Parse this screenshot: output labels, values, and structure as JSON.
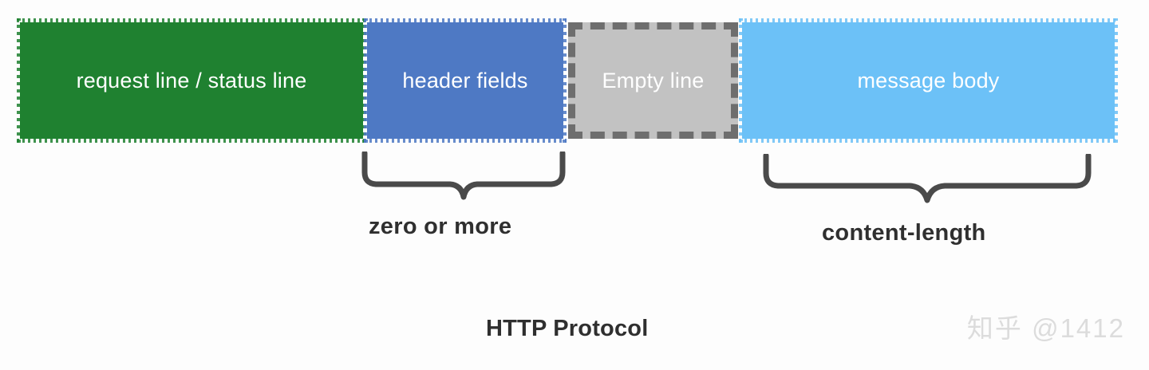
{
  "diagram": {
    "title": "HTTP Protocol",
    "segments": [
      {
        "id": "request-line",
        "label": "request line / status line",
        "color": "#1f8130",
        "border_style": "rough",
        "text_color": "#ffffff"
      },
      {
        "id": "header-fields",
        "label": "header fields",
        "color": "#4e79c4",
        "border_style": "rough",
        "text_color": "#ffffff"
      },
      {
        "id": "empty-line",
        "label": "Empty line",
        "color": "#c2c2c2",
        "border_style": "dashed",
        "border_color": "#6e6e6e",
        "text_color": "#ffffff"
      },
      {
        "id": "message-body",
        "label": "message body",
        "color": "#6cc1f7",
        "border_style": "rough",
        "text_color": "#ffffff"
      }
    ],
    "annotations": [
      {
        "id": "headers-cardinality",
        "caption": "zero or more",
        "targets": "header-fields",
        "brace_color": "#4a4a4a"
      },
      {
        "id": "body-length",
        "caption": "content-length",
        "targets": "message-body",
        "brace_color": "#4a4a4a"
      }
    ]
  },
  "watermark": {
    "text": "知乎 @1412",
    "color": "#dcdcdc"
  }
}
